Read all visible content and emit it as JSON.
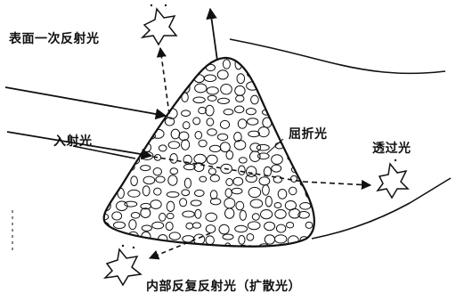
{
  "labels": {
    "surface_reflection": "表面一次反射光",
    "incident": "入射光",
    "refraction": "屈折光",
    "transmission": "透过光",
    "internal_reflection": "内部反复反射光（扩散光）"
  },
  "colors": {
    "ink": "#111111",
    "background": "#ffffff"
  }
}
